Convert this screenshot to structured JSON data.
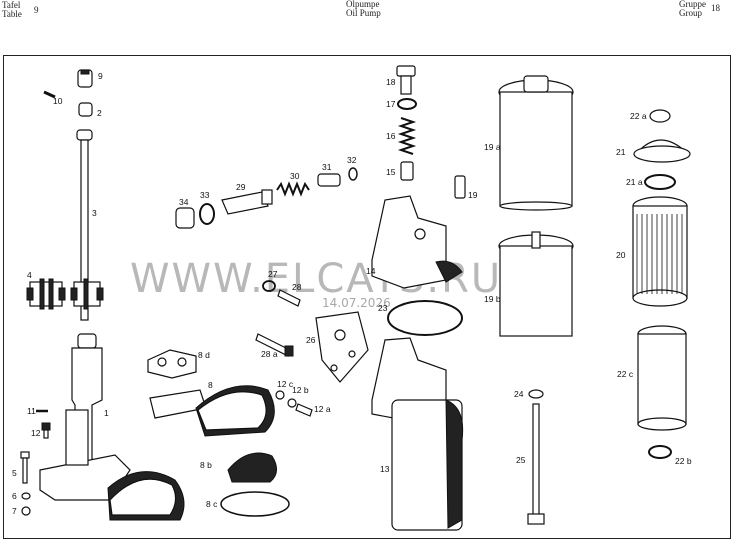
{
  "header": {
    "left_de": "Tafel",
    "left_en": "Table",
    "table_number": "9",
    "title_de": "Ölpumpe",
    "title_en": "Oil Pump",
    "right_de": "Gruppe",
    "right_en": "Group",
    "group_number": "18"
  },
  "watermark": {
    "text": "WWW.ELCATS.RU",
    "date": "14.07.2026"
  },
  "parts": [
    "9",
    "10",
    "2",
    "3",
    "4",
    "1",
    "11",
    "12",
    "5",
    "6",
    "7",
    "34",
    "33",
    "29",
    "30",
    "31",
    "32",
    "27",
    "28",
    "28 a",
    "26",
    "8 d",
    "8",
    "12 c",
    "12 b",
    "12 a",
    "8 b",
    "8 c",
    "18",
    "17",
    "16",
    "15",
    "19",
    "14",
    "23",
    "13",
    "19 a",
    "19 b",
    "24",
    "25",
    "22 a",
    "21",
    "21 a",
    "20",
    "22 c",
    "22 b"
  ]
}
